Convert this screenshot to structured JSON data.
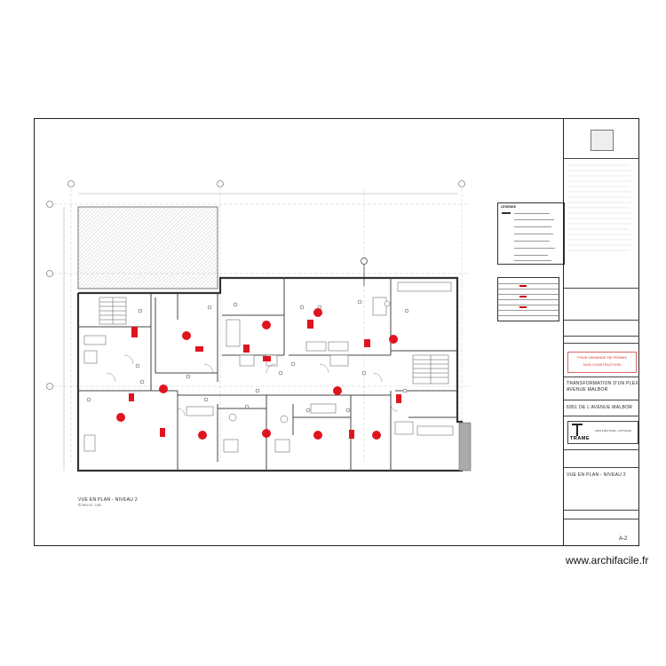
{
  "plan": {
    "caption": "VUE EN PLAN - NIVEAU 2",
    "scale_note": "ÉCHELLE : 1/50"
  },
  "legend": {
    "title": "LÉGENDE"
  },
  "title_block": {
    "warning_line1": "POUR DEMANDE DE PERMIS",
    "warning_line2": "NON CONSTRUCTION",
    "project_name_line1": "TRANSFORMATION D'UN PLEX",
    "project_name_line2": "AVENUE MALBOR",
    "address": "6951 DE L'AVENUE MALBOR",
    "firm_name": "TRAME",
    "firm_subtitle": "ARCHITECTURE + PAYSAGE",
    "drawing_title": "VUE EN PLAN - NIVEAU 2",
    "sheet_number": "A-2"
  },
  "colors": {
    "wall": "#333333",
    "marker": "#e0141e",
    "hatch": "#999999"
  },
  "watermark": "www.archifacile.fr"
}
